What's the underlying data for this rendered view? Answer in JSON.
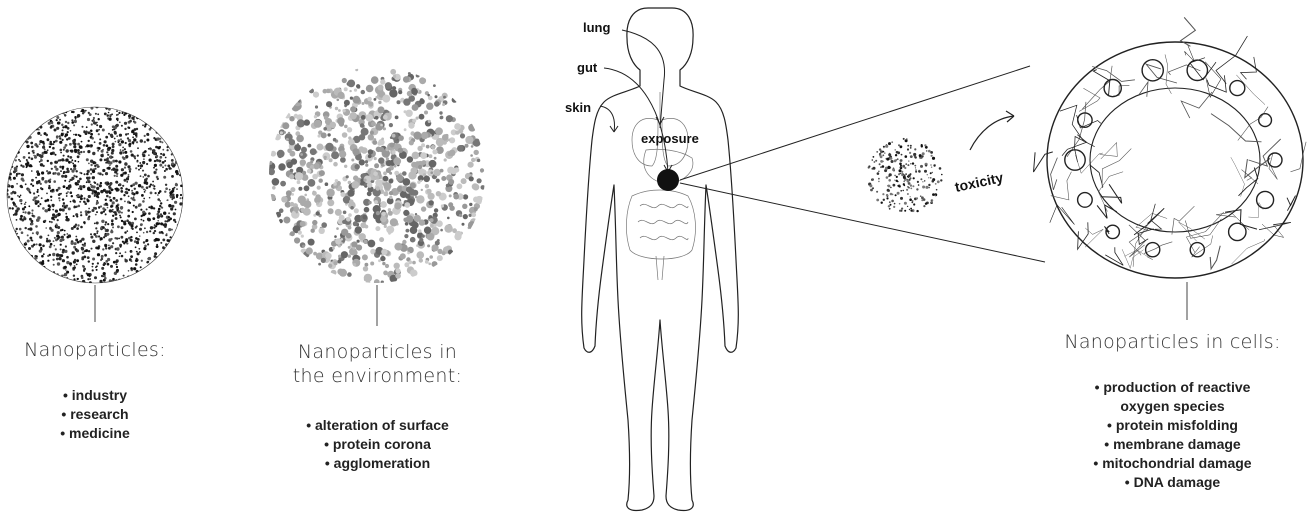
{
  "panels": {
    "nanoparticles": {
      "caption": "Nanoparticles:",
      "items": [
        "industry",
        "research",
        "medicine"
      ]
    },
    "environment": {
      "caption_line1": "Nanoparticles in",
      "caption_line2": "the environment:",
      "items": [
        "alteration of surface",
        "protein corona",
        "agglomeration"
      ]
    },
    "cells": {
      "caption": "Nanoparticles in cells:",
      "items": [
        "production of reactive",
        "oxygen species",
        "protein misfolding",
        "membrane damage",
        "mitochondrial damage",
        "DNA damage"
      ]
    }
  },
  "body_labels": {
    "lung": "lung",
    "gut": "gut",
    "skin": "skin",
    "exposure": "exposure"
  },
  "toxicity_label": "toxicity",
  "bullet": "• "
}
